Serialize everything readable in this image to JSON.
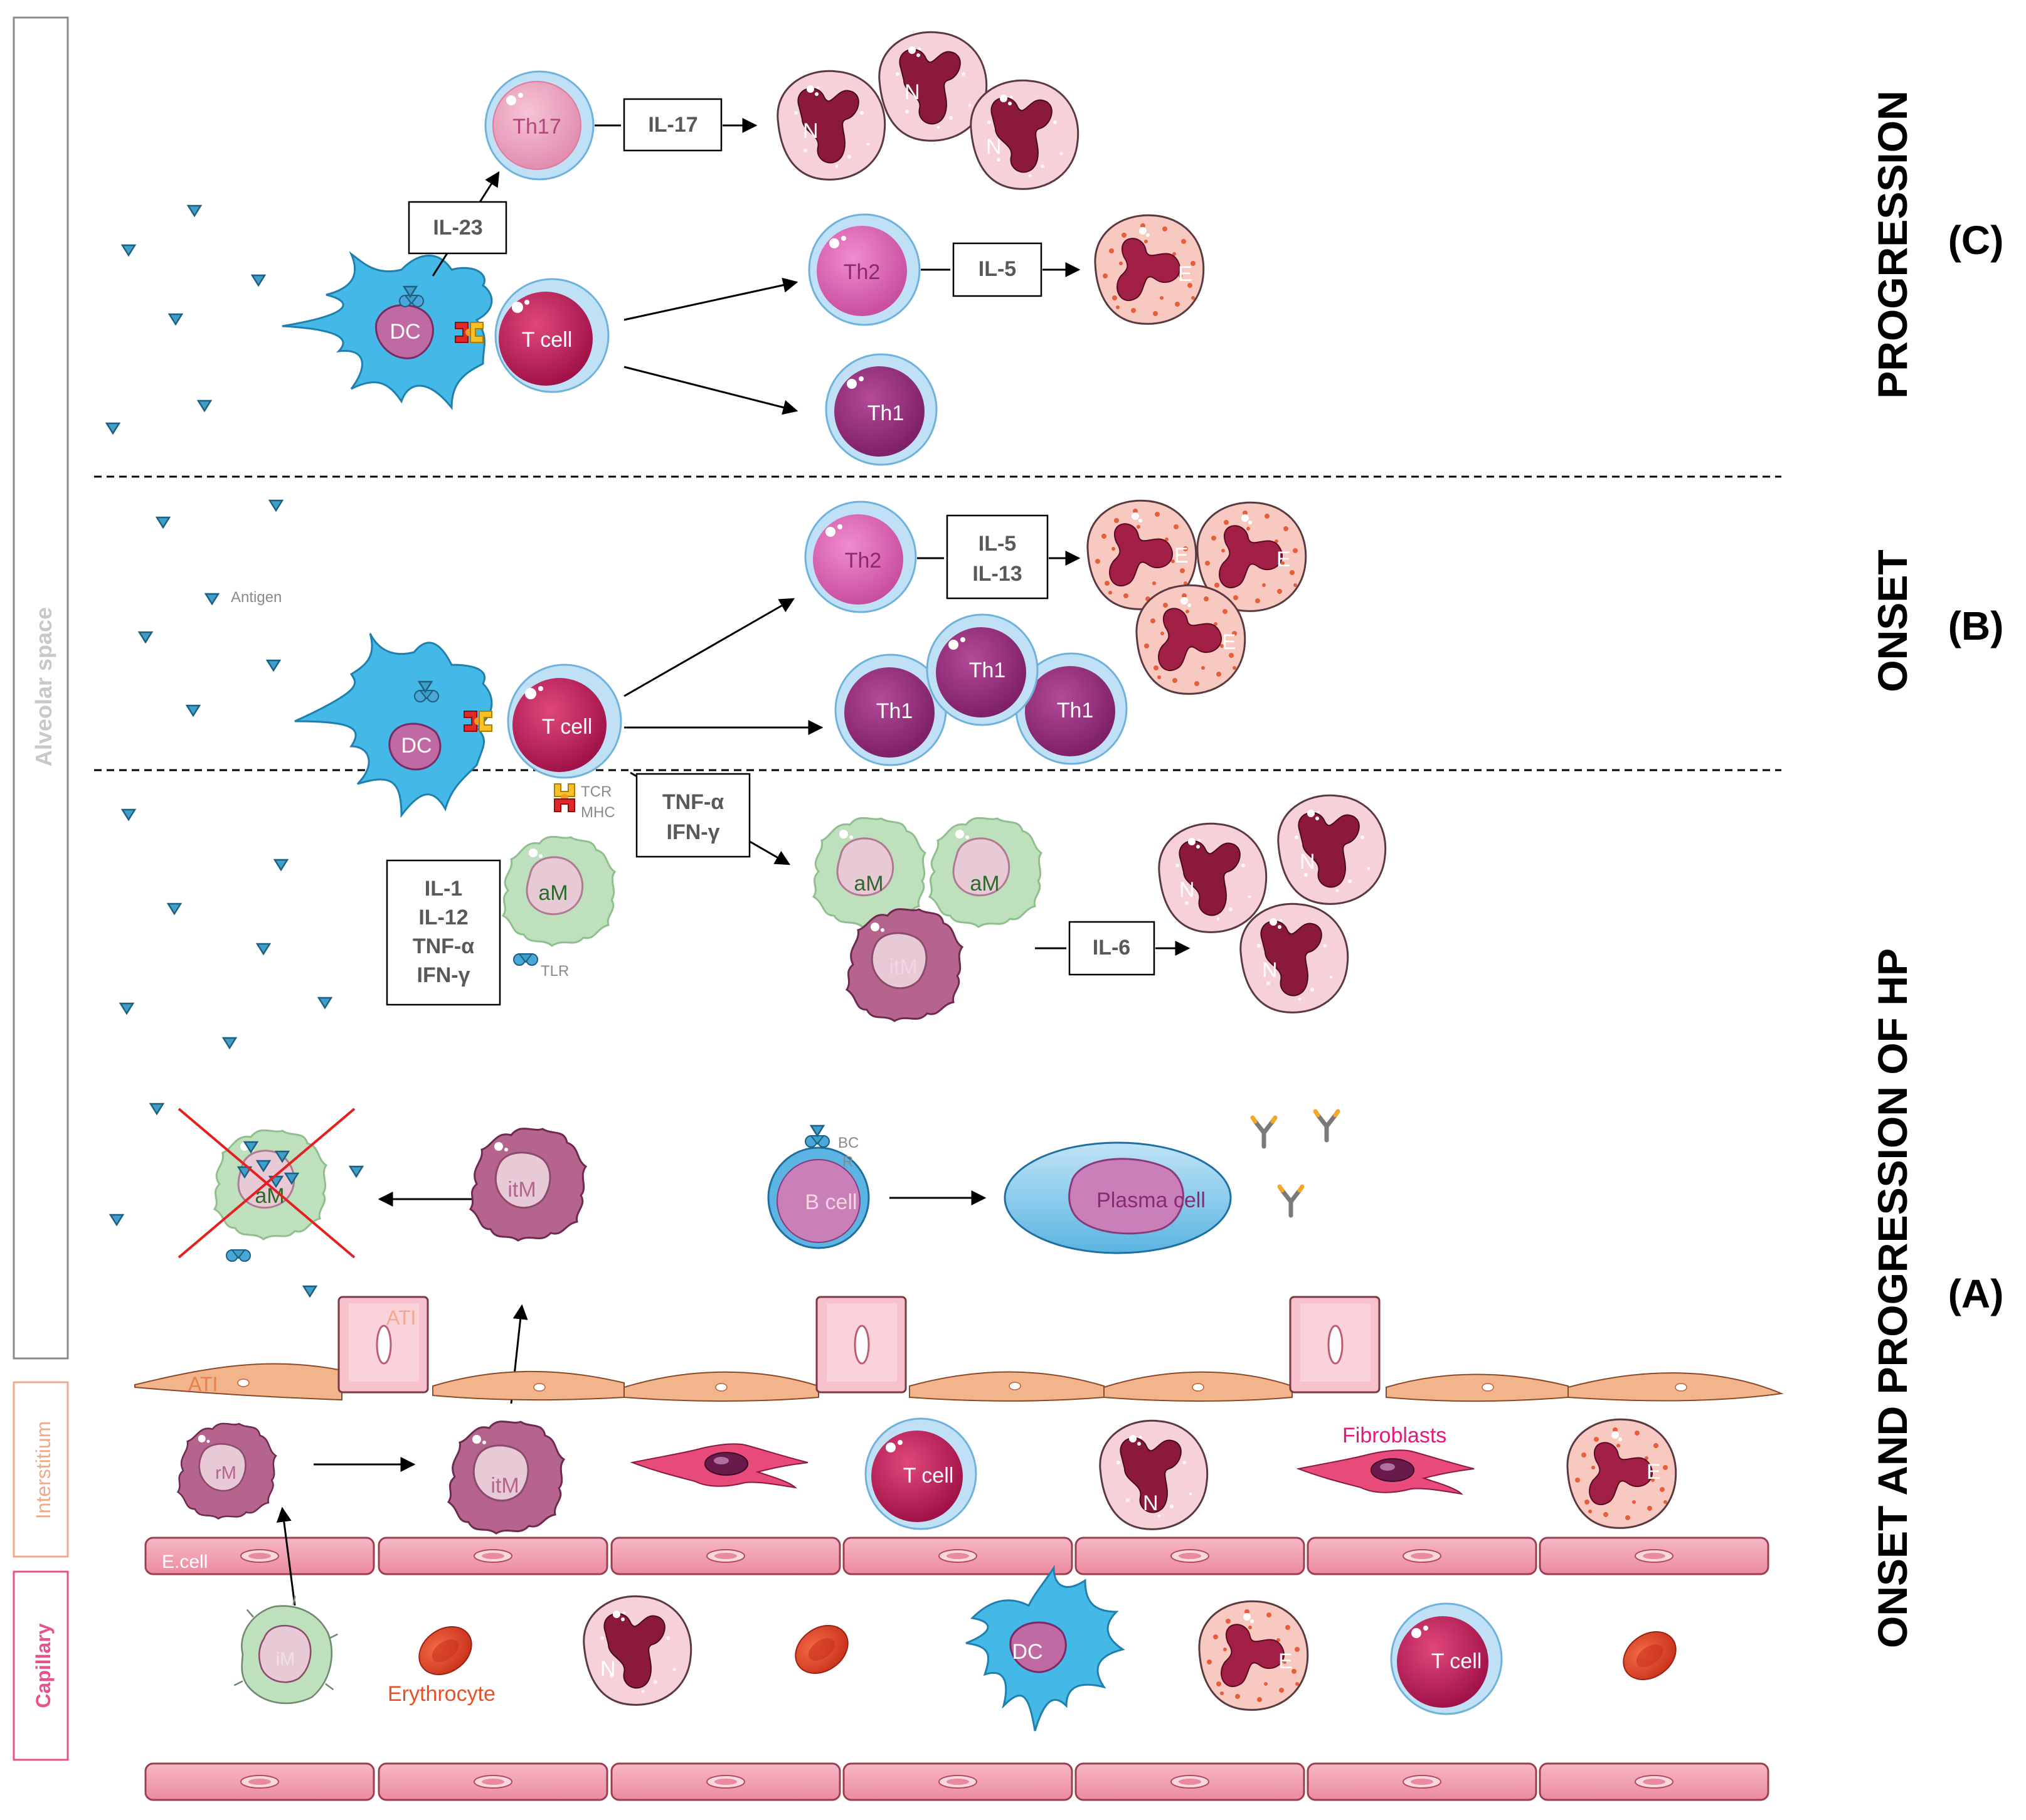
{
  "sections": {
    "progression_title": "PROGRESSION",
    "progression_letter": "(C)",
    "onset_title": "ONSET",
    "onset_letter": "(B)",
    "hp_title": "ONSET AND PROGRESSION OF HP",
    "hp_letter": "(A)"
  },
  "regions": {
    "alveolar": "Alveolar space",
    "interstitium": "Interstitium",
    "capillary": "Capillary"
  },
  "cytokines": {
    "il23": "IL-23",
    "il17": "IL-17",
    "il5_c": "IL-5",
    "il5_b": "IL-5",
    "il13_b": "IL-13",
    "tnf_top": "TNF-α",
    "ifn_top": "IFN-γ",
    "il1": "IL-1",
    "il12": "IL-12",
    "tnf_left": "TNF-α",
    "ifn_left": "IFN-γ",
    "il6": "IL-6"
  },
  "cells": {
    "th17": "Th17",
    "th2": "Th2",
    "th1": "Th1",
    "tcell": "T cell",
    "dc": "DC",
    "neutrophil": "N",
    "eosinophil": "E",
    "am": "aM",
    "itm": "itM",
    "rm": "rM",
    "im": "iM",
    "bcell": "B cell",
    "plasma": "Plasma cell"
  },
  "labels": {
    "antigen": "Antigen",
    "tcr": "TCR",
    "mhc": "MHC",
    "tlr": "TLR",
    "bc": "BC",
    "r": "R",
    "ati_top": "ATI",
    "ati_bottom": "ATI",
    "fibroblasts": "Fibroblasts",
    "ecell": "E.cell",
    "erythrocyte": "Erythrocyte"
  },
  "colors": {
    "tcell_fill": "#c2185b",
    "tcell_halo": "#bfe0f5",
    "dc_fill": "#44b8e6",
    "eosinophil_fill": "#f8c9c0",
    "neutrophil_fill": "#f6d2d8",
    "nucleus": "#8b1a3a",
    "am_fill": "#bfe0bd",
    "itm_fill": "#b5648e",
    "erythrocyte": "#e84b2e",
    "endothelium": "#f3a3b4",
    "ati": "#f2b48a",
    "atii": "#f8c2cc",
    "fibro": "#e84a7a",
    "interstitium_label": "#f2a98a",
    "capillary_label": "#e8528a"
  }
}
